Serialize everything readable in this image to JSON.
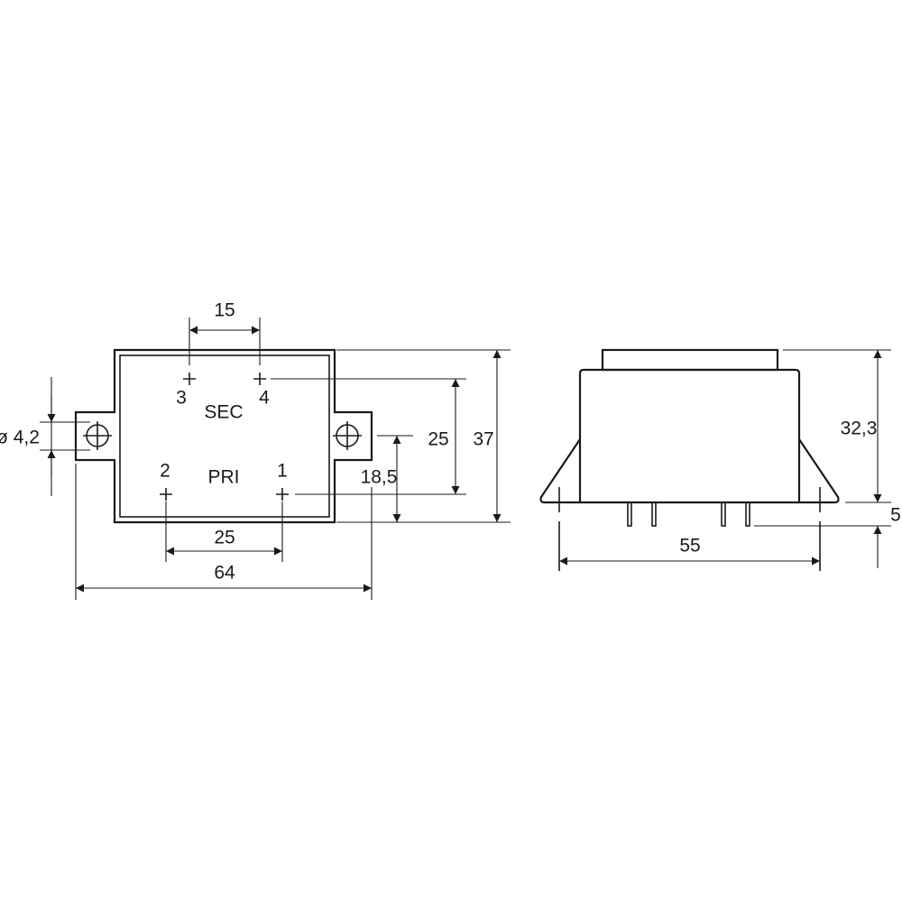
{
  "top_view": {
    "pin_labels": {
      "p3": "3",
      "p4": "4",
      "p2": "2",
      "p1": "1"
    },
    "winding_labels": {
      "secondary": "SEC",
      "primary": "PRI"
    },
    "dimensions": {
      "sec_pin_spacing": "15",
      "pri_pin_spacing": "25",
      "overall_length": "64",
      "pin_row_spacing": "25",
      "body_height": "37",
      "hole_offset": "18,5",
      "hole_diameter": "ø 4,2"
    }
  },
  "side_view": {
    "dimensions": {
      "height": "32,3",
      "pin_length": "5",
      "mount_spacing": "55"
    }
  }
}
